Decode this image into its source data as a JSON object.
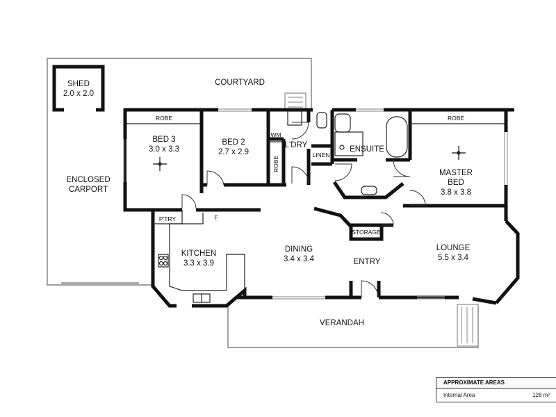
{
  "rooms": {
    "shed": {
      "name": "SHED",
      "dims": "2.0 x 2.0"
    },
    "courtyard": {
      "name": "COURTYARD"
    },
    "carport": {
      "line1": "ENCLOSED",
      "line2": "CARPORT"
    },
    "bed3": {
      "name": "BED 3",
      "dims": "3.0 x 3.3"
    },
    "bed2": {
      "name": "BED 2",
      "dims": "2.7 x 2.9"
    },
    "laundry": {
      "name": "L'DRY"
    },
    "ensuite": {
      "name": "ENSUITE"
    },
    "master": {
      "line1": "MASTER",
      "line2": "BED",
      "dims": "3.8 x 3.8"
    },
    "kitchen": {
      "name": "KITCHEN",
      "dims": "3.3 x 3.9"
    },
    "dining": {
      "name": "DINING",
      "dims": "3.4 x 3.4"
    },
    "entry": {
      "name": "ENTRY"
    },
    "lounge": {
      "name": "LOUNGE",
      "dims": "5.5 x 3.4"
    },
    "verandah": {
      "name": "VERANDAH"
    }
  },
  "small_labels": {
    "robe": "ROBE",
    "wm": "WM",
    "linen": "LINEN",
    "storage": "STORAGE",
    "pantry": "P'TRY",
    "fridge": "F"
  },
  "areas_table": {
    "heading": "APPROXIMATE AREAS",
    "label": "Internal Area",
    "value": "128 m²"
  }
}
